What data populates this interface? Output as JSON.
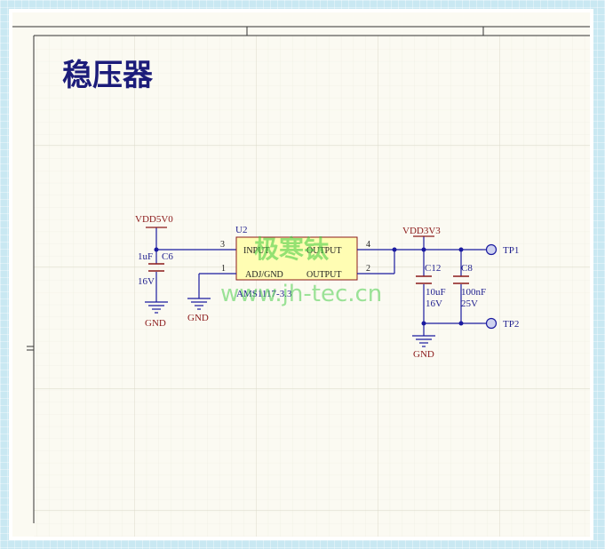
{
  "title": "稳压器",
  "nets": {
    "vin": "VDD5V0",
    "vout": "VDD3V3",
    "gnd": "GND"
  },
  "regulator": {
    "ref": "U2",
    "part": "AMS1117-3.3",
    "pins": {
      "input_label": "INPUT",
      "input_num": "3",
      "adj_label": "ADJ/GND",
      "adj_num": "1",
      "out_top_label": "OUTPUT",
      "out_top_num": "4",
      "out_bottom_label": "OUTPUT",
      "out_bottom_num": "2"
    }
  },
  "capacitors": [
    {
      "ref": "C6",
      "value": "1uF",
      "voltage": "16V"
    },
    {
      "ref": "C12",
      "value": "10uF",
      "voltage": "16V"
    },
    {
      "ref": "C8",
      "value": "100nF",
      "voltage": "25V"
    }
  ],
  "testpoints": [
    "TP1",
    "TP2"
  ],
  "watermark": {
    "cn": "极寒钛",
    "url": "www.jh-tec.cn"
  },
  "colors": {
    "wire": "#1a1aa0",
    "component": "#8b1a1a",
    "ic_fill": "#fffdb3",
    "grid": "#e6e6dc"
  }
}
